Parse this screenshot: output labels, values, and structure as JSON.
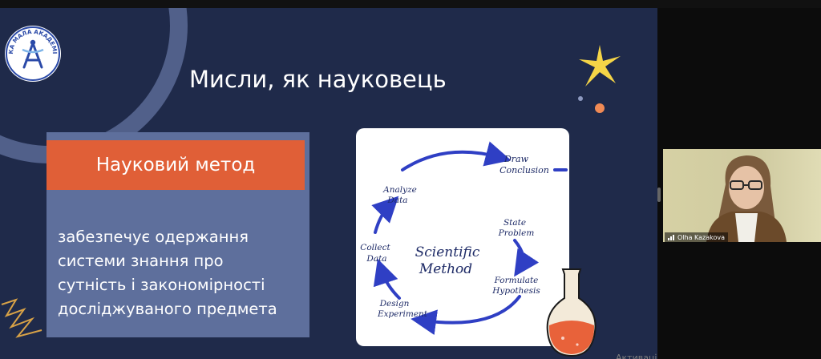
{
  "slide": {
    "title": "Мисли, як науковець",
    "logo_text": "КИЇВСЬКА МАЛА АКАДЕМІЯ НАУК",
    "panel_header": "Науковий метод",
    "panel_lines": [
      "забезпечує одержання",
      "системи знання про",
      "сутність і закономірності",
      "досліджуваного предмета"
    ]
  },
  "diagram": {
    "center": [
      "Scientific",
      "Method"
    ],
    "steps": {
      "state": [
        "State",
        "Problem"
      ],
      "formulate": [
        "Formulate",
        "Hypothesis"
      ],
      "design": [
        "Design",
        "Experiment"
      ],
      "collect": [
        "Collect",
        "Data"
      ],
      "analyze": [
        "Analyze",
        "Data"
      ],
      "draw": [
        "Draw",
        "Conclusion"
      ]
    }
  },
  "video": {
    "participant_name": "Olha Kazakova"
  },
  "watermark": "Активація Windows",
  "colors": {
    "slide_bg": "#1f2a4a",
    "panel_bg": "#5e6f9c",
    "accent_orange": "#e05f37",
    "arrow_blue": "#2f3fc4",
    "sparkle_yellow": "#f5d547"
  }
}
